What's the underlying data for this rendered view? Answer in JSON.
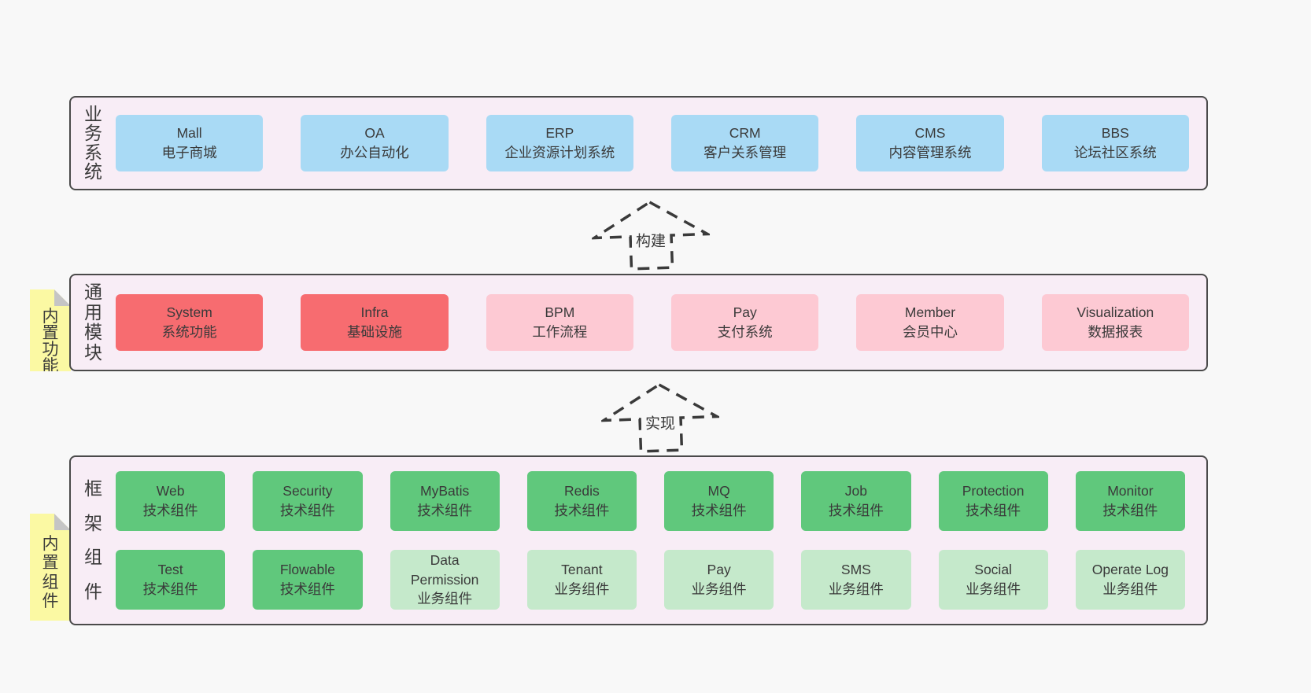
{
  "colors": {
    "page_bg": "#f8f8f8",
    "container_bg": "#f8edf6",
    "container_border": "#4a4a4a",
    "text": "#3a3a3a",
    "box_blue": "#a9daf5",
    "box_red": "#f76c70",
    "box_pink": "#fdc9d3",
    "box_green": "#60c87c",
    "box_light_green": "#c5e9cb",
    "sticky_yellow": "#fbf9a3",
    "sticky_fold": "#c5c5c5"
  },
  "sections": [
    {
      "id": "business-systems",
      "label": "业务系统",
      "rows": [
        [
          {
            "name": "Mall",
            "desc": "电子商城",
            "color": "box_blue"
          },
          {
            "name": "OA",
            "desc": "办公自动化",
            "color": "box_blue"
          },
          {
            "name": "ERP",
            "desc": "企业资源计划系统",
            "color": "box_blue"
          },
          {
            "name": "CRM",
            "desc": "客户关系管理",
            "color": "box_blue"
          },
          {
            "name": "CMS",
            "desc": "内容管理系统",
            "color": "box_blue"
          },
          {
            "name": "BBS",
            "desc": "论坛社区系统",
            "color": "box_blue"
          }
        ]
      ]
    },
    {
      "id": "common-modules",
      "label": "通用模块",
      "sticky": "内置功能",
      "rows": [
        [
          {
            "name": "System",
            "desc": "系统功能",
            "color": "box_red"
          },
          {
            "name": "Infra",
            "desc": "基础设施",
            "color": "box_red"
          },
          {
            "name": "BPM",
            "desc": "工作流程",
            "color": "box_pink"
          },
          {
            "name": "Pay",
            "desc": "支付系统",
            "color": "box_pink"
          },
          {
            "name": "Member",
            "desc": "会员中心",
            "color": "box_pink"
          },
          {
            "name": "Visualization",
            "desc": "数据报表",
            "color": "box_pink"
          }
        ]
      ]
    },
    {
      "id": "framework-components",
      "label": "框架组件",
      "sticky": "内置组件",
      "rows": [
        [
          {
            "name": "Web",
            "desc": "技术组件",
            "color": "box_green"
          },
          {
            "name": "Security",
            "desc": "技术组件",
            "color": "box_green"
          },
          {
            "name": "MyBatis",
            "desc": "技术组件",
            "color": "box_green"
          },
          {
            "name": "Redis",
            "desc": "技术组件",
            "color": "box_green"
          },
          {
            "name": "MQ",
            "desc": "技术组件",
            "color": "box_green"
          },
          {
            "name": "Job",
            "desc": "技术组件",
            "color": "box_green"
          },
          {
            "name": "Protection",
            "desc": "技术组件",
            "color": "box_green"
          },
          {
            "name": "Monitor",
            "desc": "技术组件",
            "color": "box_green"
          }
        ],
        [
          {
            "name": "Test",
            "desc": "技术组件",
            "color": "box_green"
          },
          {
            "name": "Flowable",
            "desc": "技术组件",
            "color": "box_green"
          },
          {
            "name": "Data Permission",
            "desc": "业务组件",
            "color": "box_light_green"
          },
          {
            "name": "Tenant",
            "desc": "业务组件",
            "color": "box_light_green"
          },
          {
            "name": "Pay",
            "desc": "业务组件",
            "color": "box_light_green"
          },
          {
            "name": "SMS",
            "desc": "业务组件",
            "color": "box_light_green"
          },
          {
            "name": "Social",
            "desc": "业务组件",
            "color": "box_light_green"
          },
          {
            "name": "Operate Log",
            "desc": "业务组件",
            "color": "box_light_green"
          }
        ]
      ]
    }
  ],
  "arrows": [
    {
      "label": "构建"
    },
    {
      "label": "实现"
    }
  ]
}
